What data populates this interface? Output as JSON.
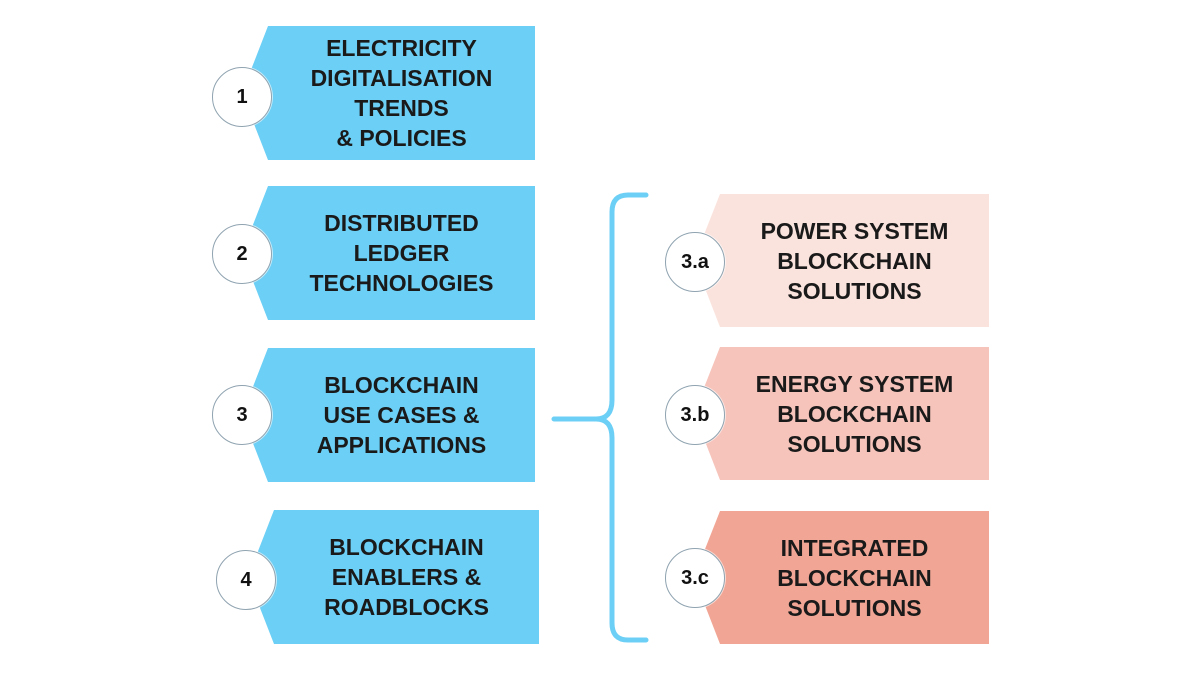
{
  "colors": {
    "blue": "#6ccff5",
    "pink_light": "#fbe3dd",
    "pink_mid": "#f6c4bb",
    "pink_dark": "#f1a695",
    "brace": "#6ccff5"
  },
  "left_items": [
    {
      "number": "1",
      "label": "ELECTRICITY\nDIGITALISATION\nTRENDS\n& POLICIES"
    },
    {
      "number": "2",
      "label": "DISTRIBUTED\nLEDGER\nTECHNOLOGIES"
    },
    {
      "number": "3",
      "label": "BLOCKCHAIN\nUSE CASES &\nAPPLICATIONS"
    },
    {
      "number": "4",
      "label": "BLOCKCHAIN\nENABLERS &\nROADBLOCKS"
    }
  ],
  "right_items": [
    {
      "number": "3.a",
      "label": "POWER SYSTEM\nBLOCKCHAIN\nSOLUTIONS"
    },
    {
      "number": "3.b",
      "label": "ENERGY SYSTEM\nBLOCKCHAIN\nSOLUTIONS"
    },
    {
      "number": "3.c",
      "label": "INTEGRATED\nBLOCKCHAIN\nSOLUTIONS"
    }
  ]
}
